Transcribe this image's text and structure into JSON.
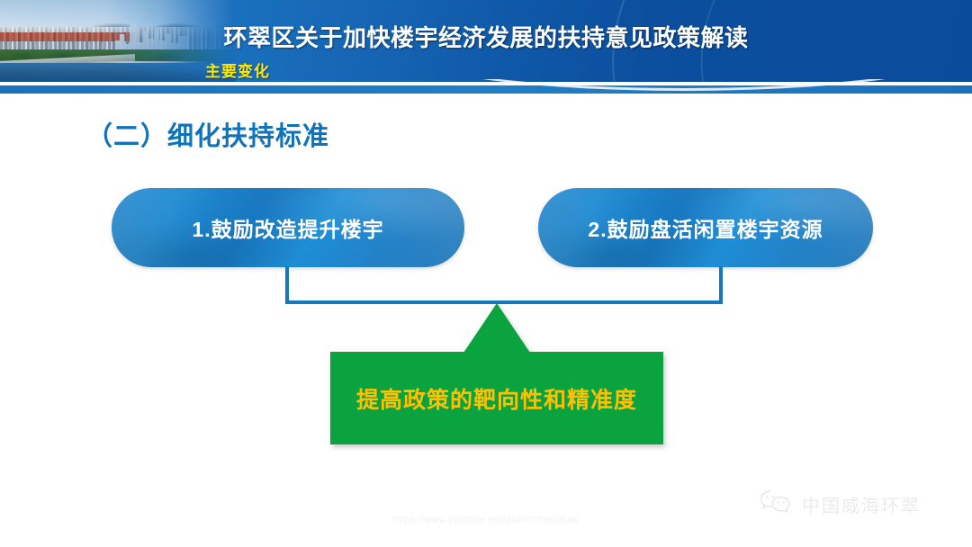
{
  "header": {
    "title": "环翠区关于加快楼宇经济发展的扶持意见政策解读",
    "subtitle": "主要变化",
    "photo_alt": "coastal-city-skyline-photo",
    "colors": {
      "banner_blue": "#0b4b9b",
      "banner_light_blue": "#1d77c4",
      "subtitle_yellow": "#ffe900",
      "rule_blue": "#1a72bd"
    }
  },
  "section": {
    "heading": "（二）细化扶持标准",
    "heading_color": "#1072b8"
  },
  "items": [
    {
      "label": "1.鼓励改造提升楼宇"
    },
    {
      "label": "2.鼓励盘活闲置楼宇资源"
    }
  ],
  "callout": {
    "label": "提高政策的靶向性和精准度",
    "fill_color": "#0aa33f",
    "text_color": "#ffc000",
    "arrow_direction": "up"
  },
  "connector": {
    "color": "#1676c0",
    "style": "bracket"
  },
  "watermark": {
    "text": "https://www.pptstore.net/author/heijialuo/"
  },
  "wechat_badge": {
    "label": "中国威海环翠",
    "icon": "wechat-icon",
    "color": "#e9e9e9"
  }
}
